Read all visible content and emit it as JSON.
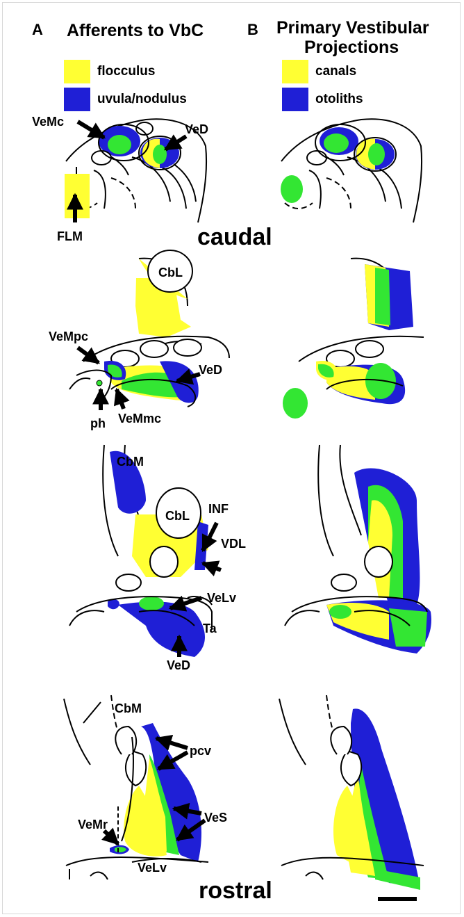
{
  "panel_a": {
    "letter": "A",
    "title": "Afferents to VbC",
    "legend": [
      {
        "label": "flocculus",
        "color": "#ffff33"
      },
      {
        "label": "uvula/nodulus",
        "color": "#1f1fd6"
      }
    ]
  },
  "panel_b": {
    "letter": "B",
    "title_line1": "Primary Vestibular",
    "title_line2": "Projections",
    "legend": [
      {
        "label": "canals",
        "color": "#ffff33"
      },
      {
        "label": "otoliths",
        "color": "#1f1fd6"
      }
    ]
  },
  "colors": {
    "yellow": "#ffff33",
    "blue": "#1f1fd6",
    "green": "#33e633"
  },
  "section_labels": {
    "top": "caudal",
    "bottom": "rostral"
  },
  "labels": {
    "s1_vemc": "VeMc",
    "s1_ved": "VeD",
    "s1_flm": "FLM",
    "s2_cbl": "CbL",
    "s2_vempc": "VeMpc",
    "s2_ved": "VeD",
    "s2_ph": "ph",
    "s2_vemmc": "VeMmc",
    "s3_cbm": "CbM",
    "s3_cbl": "CbL",
    "s3_inf": "INF",
    "s3_vdl": "VDL",
    "s3_velv": "VeLv",
    "s3_ta": "Ta",
    "s3_ved": "VeD",
    "s4_cbm": "CbM",
    "s4_pcv": "pcv",
    "s4_vemr": "VeMr",
    "s4_ves": "VeS",
    "s4_velv": "VeLv"
  }
}
